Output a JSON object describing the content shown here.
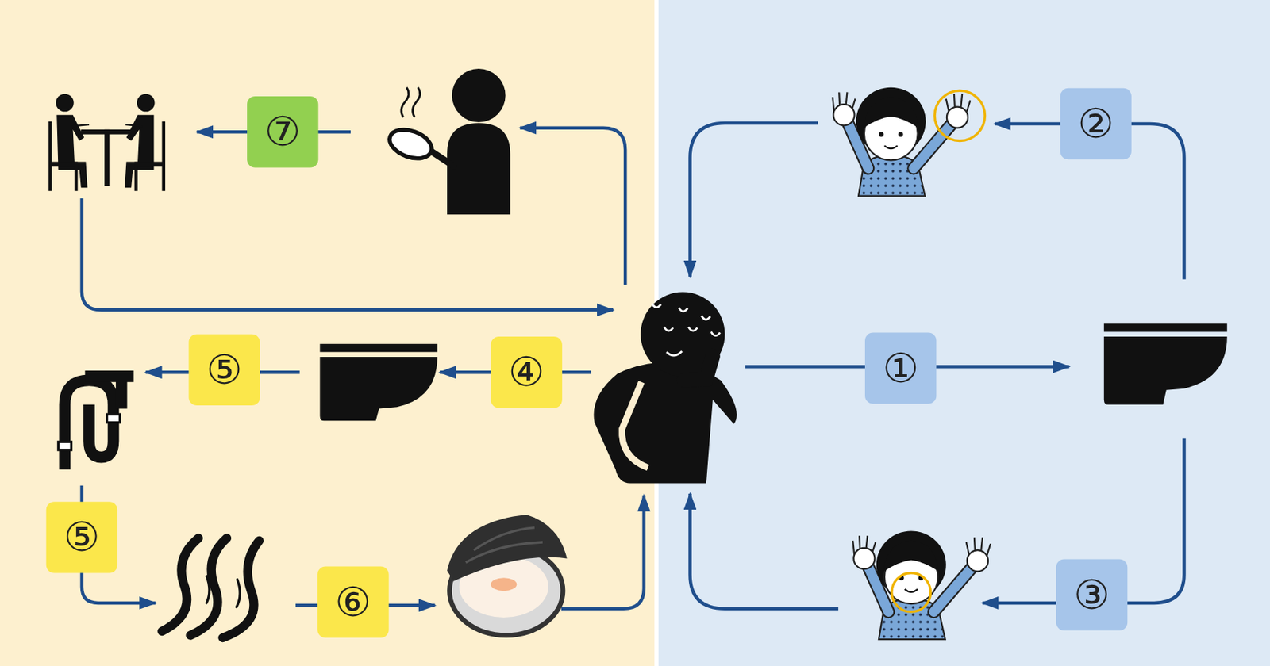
{
  "diagram": {
    "nodes": [
      {
        "text": [
          "①"
        ]
      },
      {
        "text": [
          "②"
        ]
      },
      {
        "text": [
          "③"
        ]
      },
      {
        "text": [
          "④"
        ]
      },
      {
        "text": [
          "⑤"
        ]
      },
      {
        "text": [
          "⑤"
        ]
      },
      {
        "text": [
          "⑥"
        ]
      },
      {
        "text": [
          "⑦"
        ]
      }
    ]
  }
}
